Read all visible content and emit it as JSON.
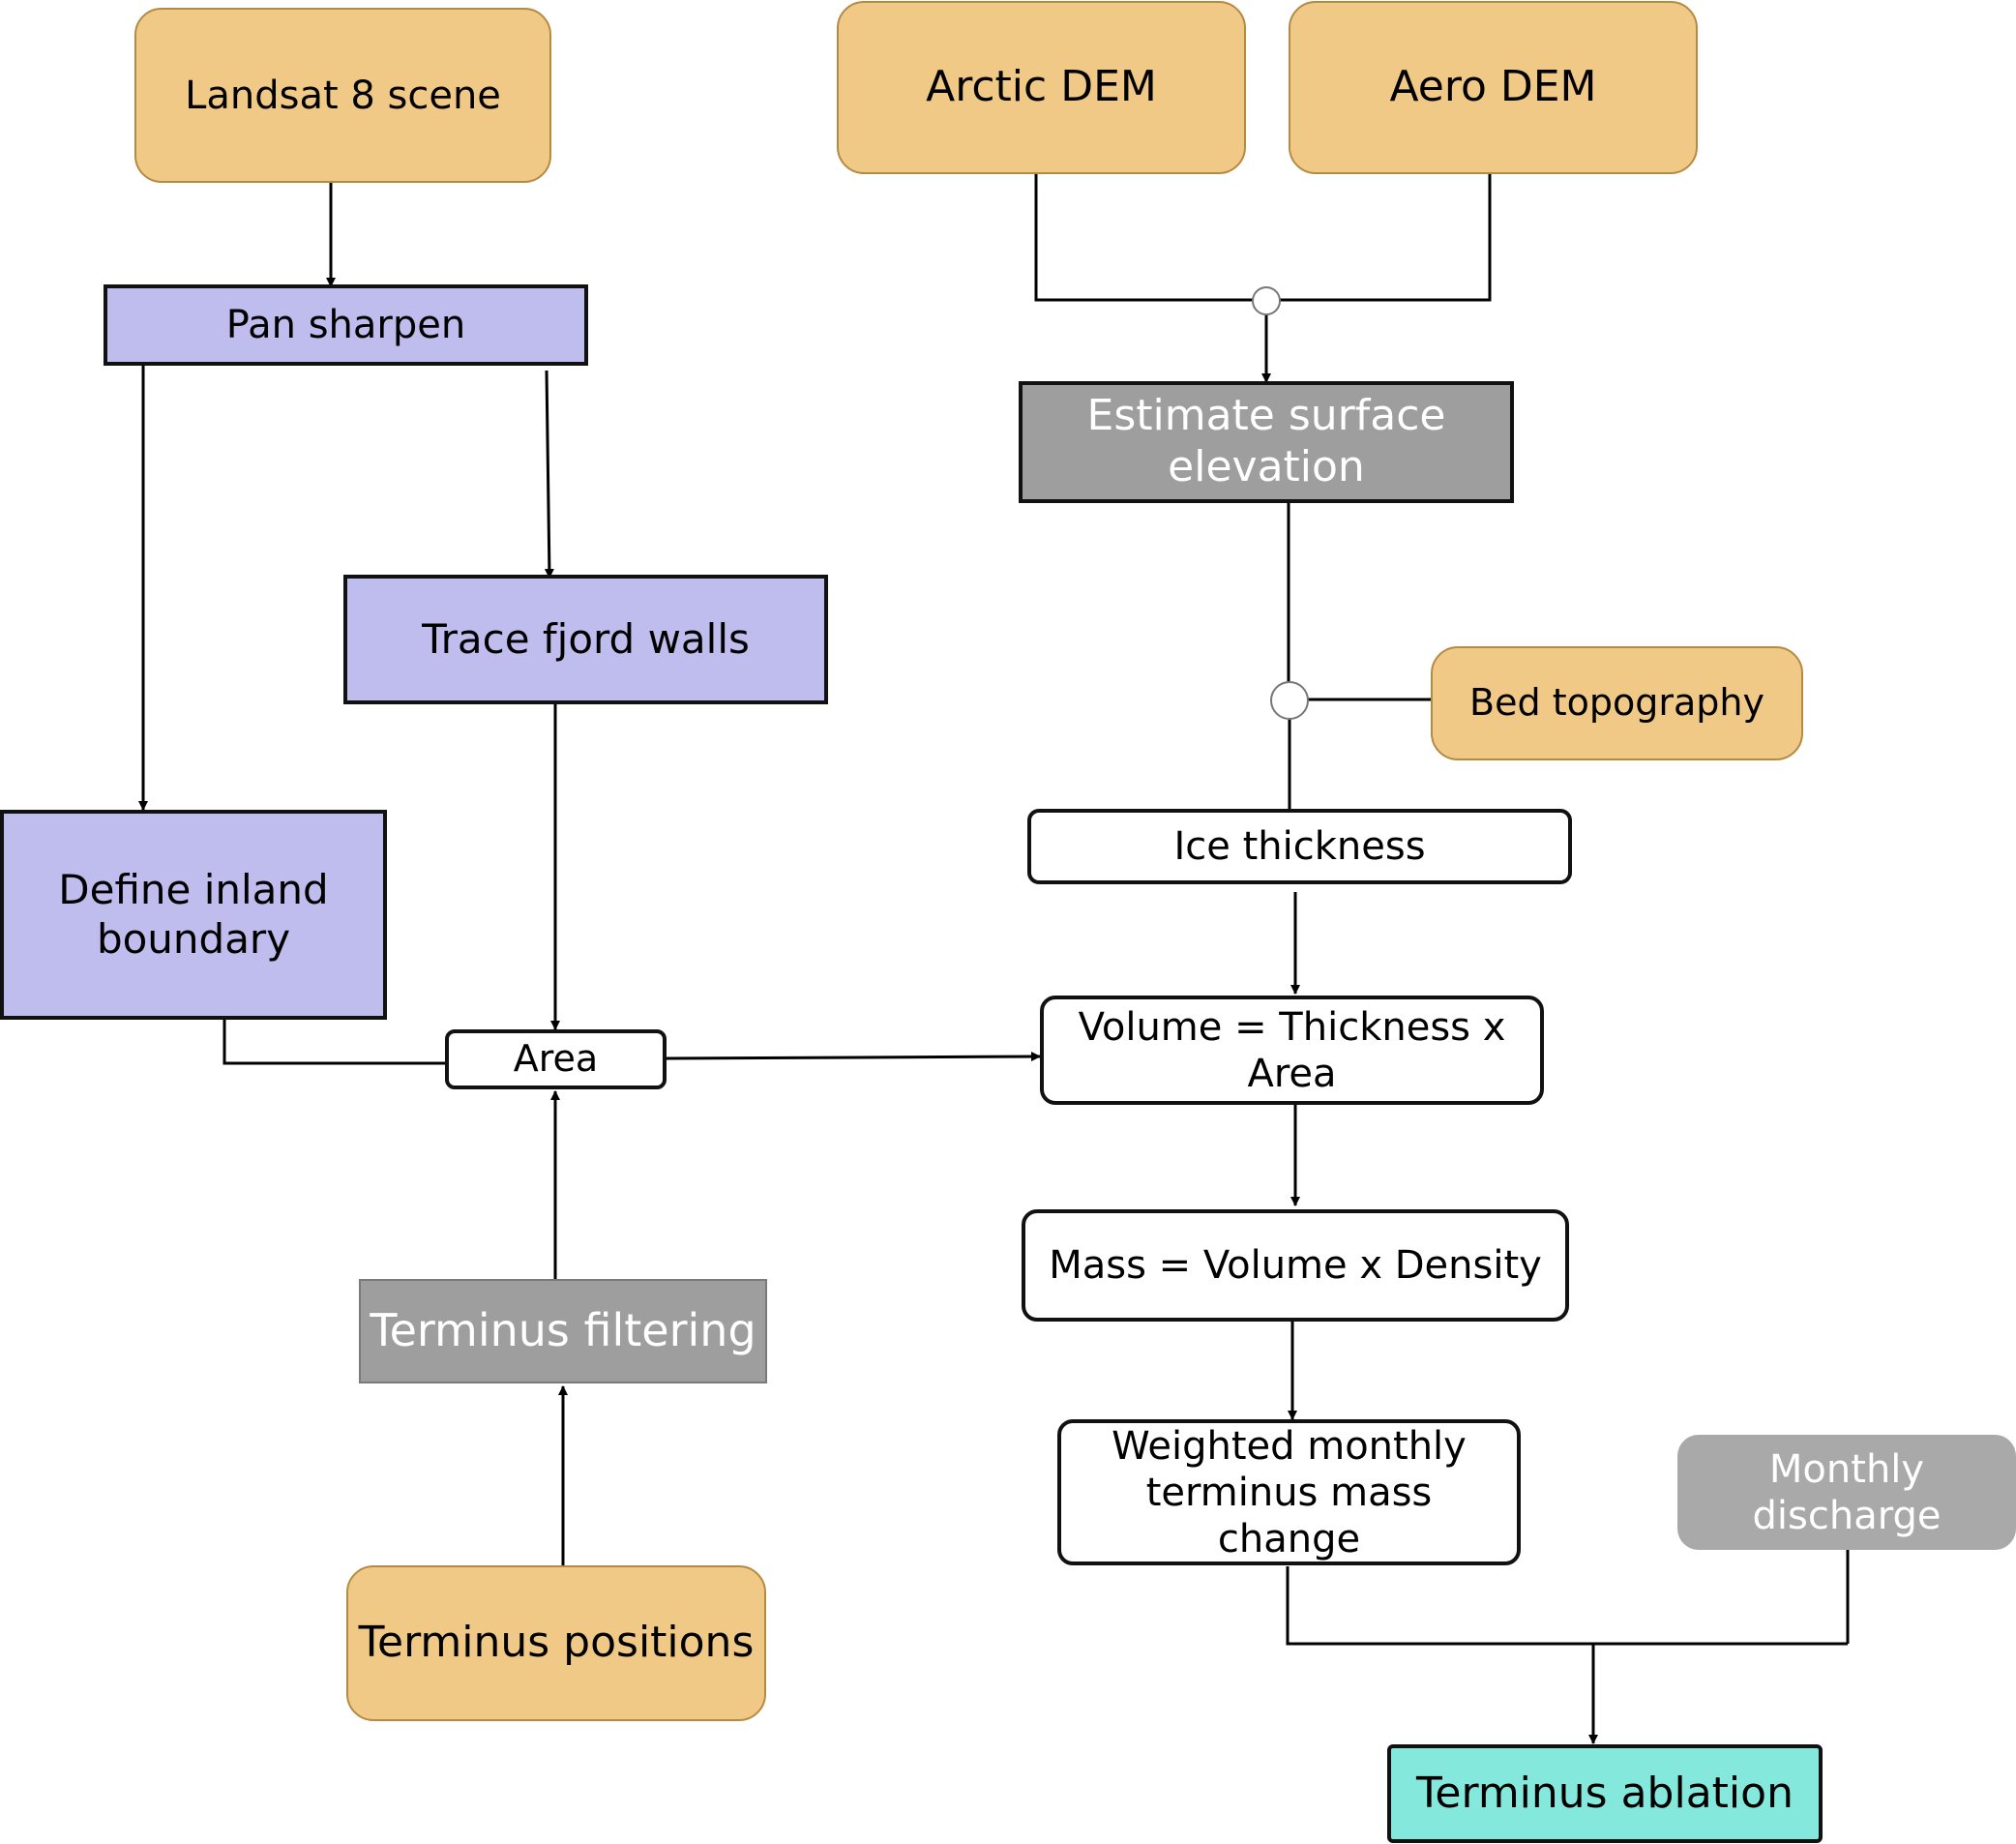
{
  "nodes": {
    "landsat": "Landsat 8 scene",
    "arctic_dem": "Arctic DEM",
    "aero_dem": "Aero DEM",
    "pan_sharpen": "Pan sharpen",
    "estimate_surface": "Estimate surface elevation",
    "trace_fjord": "Trace fjord walls",
    "bed_topography": "Bed topography",
    "ice_thickness": "Ice thickness",
    "define_inland": "Define inland boundary",
    "area": "Area",
    "volume": "Volume = Thickness x Area",
    "mass": "Mass = Volume x Density",
    "terminus_filtering": "Terminus filtering",
    "weighted_monthly": "Weighted monthly terminus mass change",
    "monthly_discharge": "Monthly discharge",
    "terminus_positions": "Terminus positions",
    "terminus_ablation": "Terminus ablation"
  },
  "colors": {
    "input": "#f1c987",
    "process_purple": "#bfbcee",
    "process_gray": "#9e9e9e",
    "process_white": "#ffffff",
    "output": "#84e8dc"
  },
  "edges": [
    [
      "landsat",
      "pan_sharpen"
    ],
    [
      "pan_sharpen",
      "define_inland"
    ],
    [
      "pan_sharpen",
      "trace_fjord"
    ],
    [
      "arctic_dem",
      "estimate_surface"
    ],
    [
      "aero_dem",
      "estimate_surface"
    ],
    [
      "estimate_surface",
      "ice_thickness"
    ],
    [
      "bed_topography",
      "ice_thickness"
    ],
    [
      "trace_fjord",
      "area"
    ],
    [
      "define_inland",
      "area"
    ],
    [
      "terminus_filtering",
      "area"
    ],
    [
      "terminus_positions",
      "terminus_filtering"
    ],
    [
      "ice_thickness",
      "volume"
    ],
    [
      "area",
      "volume"
    ],
    [
      "volume",
      "mass"
    ],
    [
      "mass",
      "weighted_monthly"
    ],
    [
      "weighted_monthly",
      "terminus_ablation"
    ],
    [
      "monthly_discharge",
      "terminus_ablation"
    ]
  ]
}
